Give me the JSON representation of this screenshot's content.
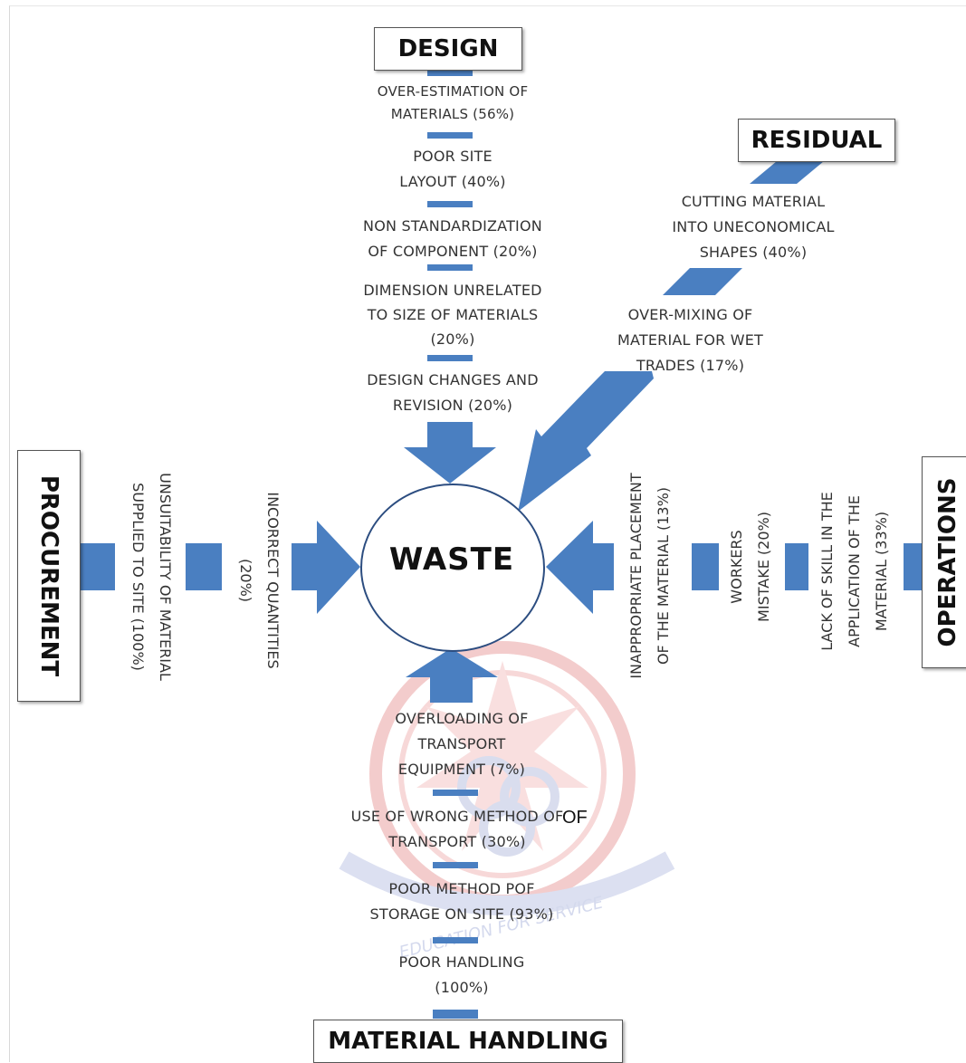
{
  "colors": {
    "arrow": "#4a7fc1",
    "stamp_red": "#f2b8b8",
    "stamp_blue": "#c6cde6",
    "text": "#333333"
  },
  "center": {
    "label": "WASTE"
  },
  "design": {
    "title": "DESIGN",
    "causes": [
      [
        "OVER-ESTIMATION OF",
        "MATERIALS (56%)"
      ],
      [
        "POOR SITE",
        "LAYOUT (40%)"
      ],
      [
        "NON STANDARDIZATION",
        "OF COMPONENT (20%)"
      ],
      [
        "DIMENSION UNRELATED",
        "TO SIZE OF MATERIALS",
        "(20%)"
      ],
      [
        "DESIGN CHANGES AND",
        "REVISION (20%)"
      ]
    ]
  },
  "residual": {
    "title": "RESIDUAL",
    "causes": [
      [
        "CUTTING MATERIAL",
        "INTO UNECONOMICAL",
        "SHAPES (40%)"
      ],
      [
        "OVER-MIXING OF",
        "MATERIAL FOR WET",
        "TRADES (17%)"
      ]
    ]
  },
  "procurement": {
    "title": "PROCUREMENT",
    "causes": [
      [
        "UNSUITABILITY OF MATERIAL",
        "SUPPLIED TO SITE (100%)"
      ],
      [
        "INCORRECT QUANTITIES",
        "(20%)"
      ]
    ]
  },
  "operations": {
    "title": "OPERATIONS",
    "causes": [
      [
        "INAPPROPRIATE PLACEMENT",
        "OF THE MATERIAL (13%)"
      ],
      [
        "WORKERS",
        "MISTAKE (20%)"
      ],
      [
        "LACK OF SKILL IN THE",
        "APPLICATION OF THE",
        "MATERIAL (33%)"
      ]
    ]
  },
  "material_handling": {
    "title": "MATERIAL HANDLING",
    "causes": [
      [
        "OVERLOADING OF",
        "TRANSPORT",
        "EQUIPMENT (7%)"
      ],
      [
        "USE OF WRONG METHOD OF",
        "TRANSPORT (30%)"
      ],
      [
        "POOR METHOD POF",
        "STORAGE ON SITE (93%)"
      ],
      [
        "POOR HANDLING",
        "(100%)"
      ]
    ],
    "stray_text": "OF"
  },
  "stamp": {
    "motto": "EDUCATION FOR SERVICE"
  }
}
